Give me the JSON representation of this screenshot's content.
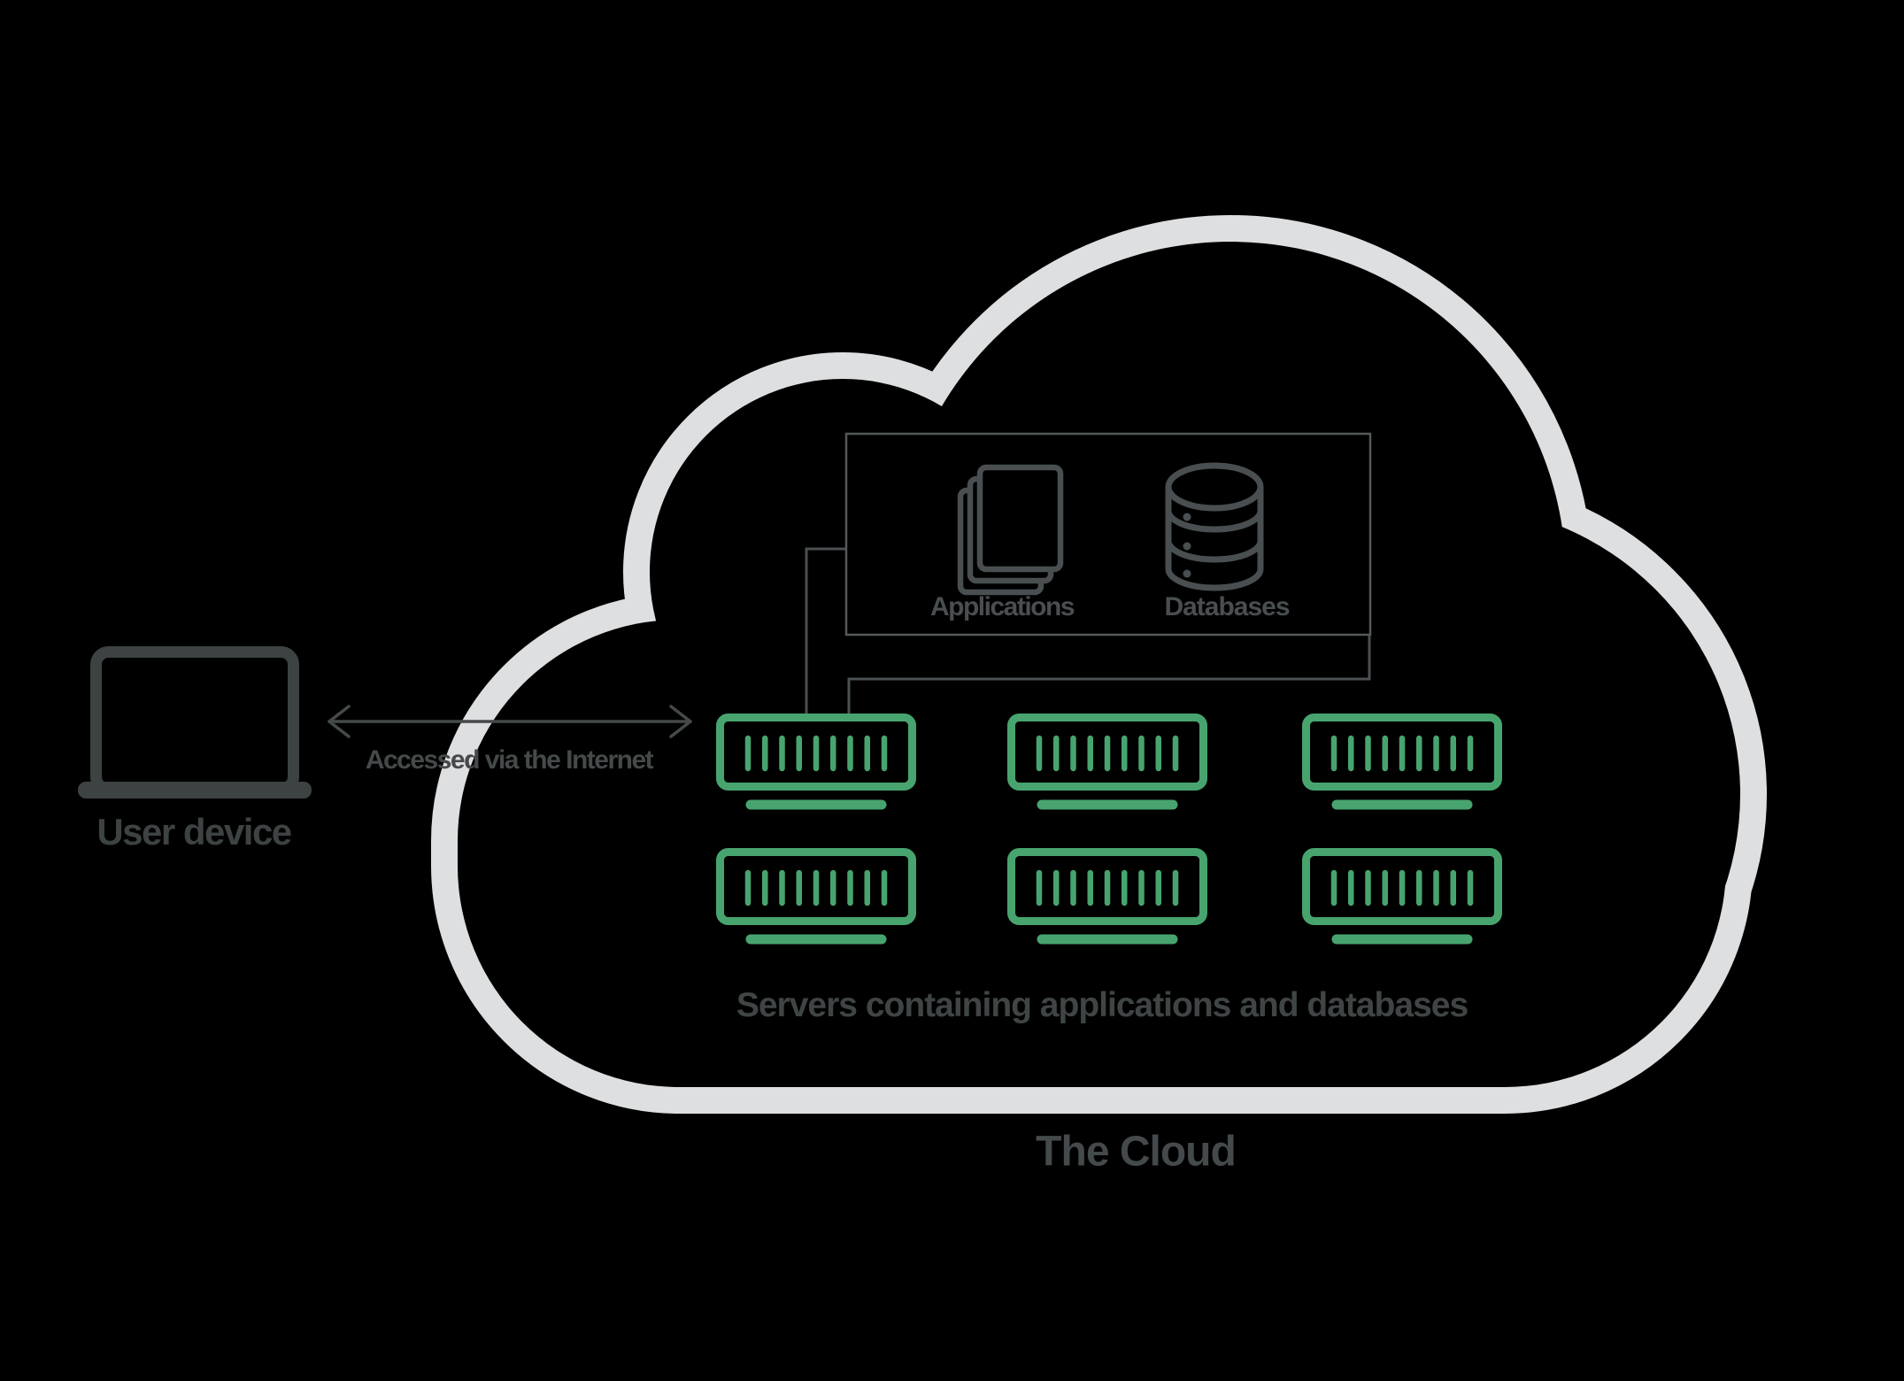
{
  "theme": {
    "bg": "#000000",
    "cloud-outline": "#DEDFE0",
    "server-green": "#48A46E",
    "dark-gray": "#3D4243",
    "mid-gray": "#45494A",
    "icon-gray": "#494E50",
    "box-border": "#54585A",
    "connector-gray": "#4B5052"
  },
  "diagram": {
    "user_device": {
      "label": "User device"
    },
    "internet_link": {
      "label": "Accessed via the Internet"
    },
    "cloud": {
      "title": "The Cloud",
      "inner_box": {
        "applications_label": "Applications",
        "databases_label": "Databases"
      },
      "servers_caption": "Servers containing applications and databases",
      "server_count": 6
    }
  }
}
